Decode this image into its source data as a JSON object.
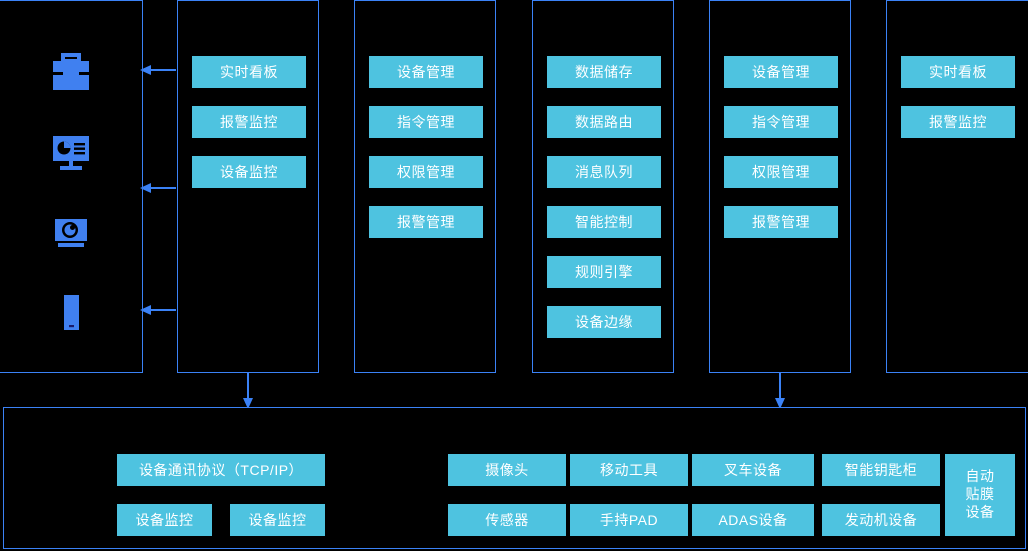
{
  "theme": {
    "background": "#000000",
    "panel_border": "#3b82f6",
    "box_fill": "#4ec3e0",
    "box_text": "#ffffff",
    "arrow": "#3b82f6",
    "icon": "#4080f0"
  },
  "columns": [
    {
      "name": "clients",
      "icons": [
        {
          "icon": "toolbox-icon"
        },
        {
          "icon": "desktop-monitor-icon"
        },
        {
          "icon": "camera-icon"
        },
        {
          "icon": "mobile-phone-icon"
        }
      ]
    },
    {
      "name": "realtime-monitoring",
      "items": [
        "实时看板",
        "报警监控",
        "设备监控"
      ]
    },
    {
      "name": "management-platform",
      "items": [
        "设备管理",
        "指令管理",
        "权限管理",
        "报警管理"
      ]
    },
    {
      "name": "data-services",
      "items": [
        "数据储存",
        "数据路由",
        "消息队列",
        "智能控制",
        "规则引擎",
        "设备边缘"
      ]
    },
    {
      "name": "management-platform-2",
      "items": [
        "设备管理",
        "指令管理",
        "权限管理",
        "报警管理"
      ]
    },
    {
      "name": "realtime-monitoring-2",
      "items": [
        "实时看板",
        "报警监控"
      ]
    }
  ],
  "arrows": {
    "left_arrows": 3,
    "down_arrows": 2
  },
  "bottom": {
    "name": "device-layer",
    "left_group": {
      "protocol": "设备通讯协议（TCP/IP）",
      "row2": [
        "设备监控",
        "设备监控"
      ]
    },
    "right_group": {
      "row1": [
        "摄像头",
        "移动工具",
        "叉车设备",
        "智能钥匙柜"
      ],
      "row2": [
        "传感器",
        "手持PAD",
        "ADAS设备",
        "发动机设备"
      ],
      "tall": {
        "lines": [
          "自动",
          "贴膜",
          "设备"
        ]
      }
    }
  }
}
